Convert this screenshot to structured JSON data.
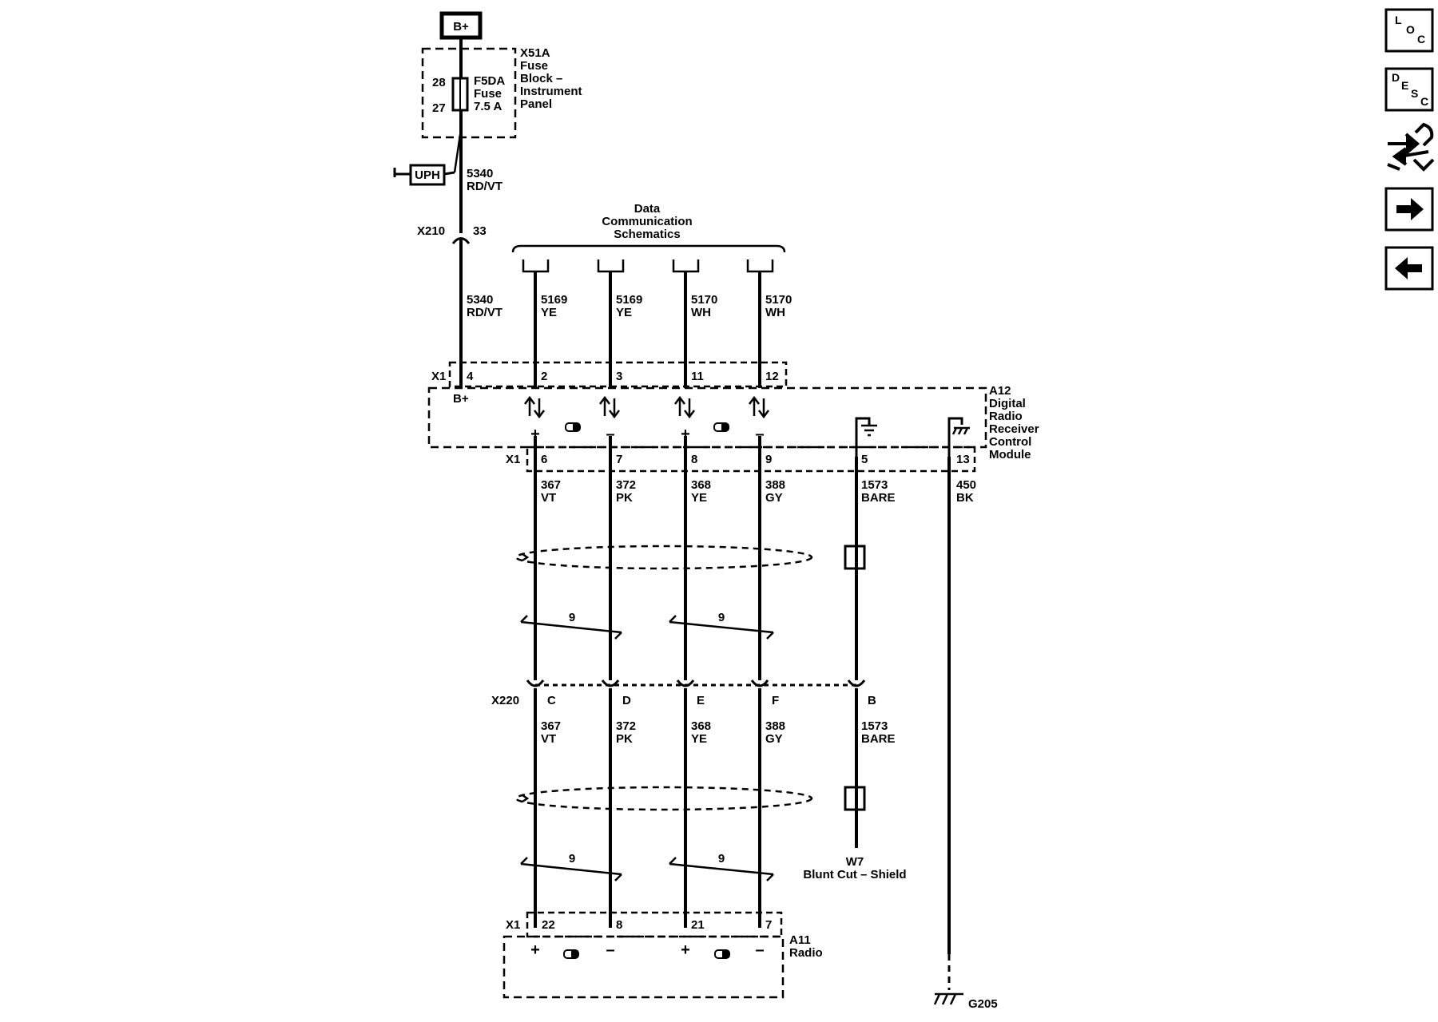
{
  "power": {
    "label": "B+"
  },
  "fuse_block": {
    "id": "X51A",
    "name_lines": [
      "Fuse",
      "Block –",
      "Instrument",
      "Panel"
    ],
    "pin_top": "28",
    "pin_bottom": "27",
    "fuse_lines": [
      "F5DA",
      "Fuse",
      "7.5 A"
    ]
  },
  "uph": {
    "label": "UPH"
  },
  "feed_wire": {
    "circuit": "5340",
    "color": "RD/VT"
  },
  "inline_x210": {
    "id": "X210",
    "pin": "33"
  },
  "feed_wire_2": {
    "circuit": "5340",
    "color": "RD/VT"
  },
  "data_comm": {
    "lines": [
      "Data",
      "Communication",
      "Schematics"
    ]
  },
  "data_wires": [
    {
      "circuit": "5169",
      "color": "YE",
      "pin": "2"
    },
    {
      "circuit": "5169",
      "color": "YE",
      "pin": "3"
    },
    {
      "circuit": "5170",
      "color": "WH",
      "pin": "11"
    },
    {
      "circuit": "5170",
      "color": "WH",
      "pin": "12"
    }
  ],
  "module_a12": {
    "id": "A12",
    "name_lines": [
      "Digital",
      "Radio",
      "Receiver",
      "Control",
      "Module"
    ],
    "top_connector": "X1",
    "bplus_pin": "4",
    "bplus_label": "B+",
    "bottom_connector": "X1"
  },
  "signal_signs": [
    "+",
    "–",
    "+",
    "–"
  ],
  "lower_wires": [
    {
      "pin": "6",
      "circuit": "367",
      "color": "VT"
    },
    {
      "pin": "7",
      "circuit": "372",
      "color": "PK"
    },
    {
      "pin": "8",
      "circuit": "368",
      "color": "YE"
    },
    {
      "pin": "9",
      "circuit": "388",
      "color": "GY"
    },
    {
      "pin": "5",
      "circuit": "1573",
      "color": "BARE"
    },
    {
      "pin": "13",
      "circuit": "450",
      "color": "BK"
    }
  ],
  "twist_count": [
    "9",
    "9",
    "9",
    "9"
  ],
  "inline_x220": {
    "id": "X220",
    "wires": [
      {
        "pin": "C",
        "circuit": "367",
        "color": "VT"
      },
      {
        "pin": "D",
        "circuit": "372",
        "color": "PK"
      },
      {
        "pin": "E",
        "circuit": "368",
        "color": "YE"
      },
      {
        "pin": "F",
        "circuit": "388",
        "color": "GY"
      },
      {
        "pin": "B",
        "circuit": "1573",
        "color": "BARE"
      }
    ]
  },
  "shield": {
    "id": "W7",
    "label": "Blunt Cut – Shield"
  },
  "radio_a11": {
    "id": "A11",
    "name": "Radio",
    "connector": "X1",
    "pins": [
      "22",
      "8",
      "21",
      "7"
    ]
  },
  "ground": {
    "id": "G205"
  },
  "nav": {
    "loc": {
      "l": "L",
      "o": "O",
      "c": "C"
    },
    "desc": {
      "d": "D",
      "e": "E",
      "s": "S",
      "c": "C"
    },
    "icons": [
      "loc-icon",
      "desc-icon",
      "connector-tool-icon",
      "next-arrow-icon",
      "prev-arrow-icon"
    ]
  }
}
